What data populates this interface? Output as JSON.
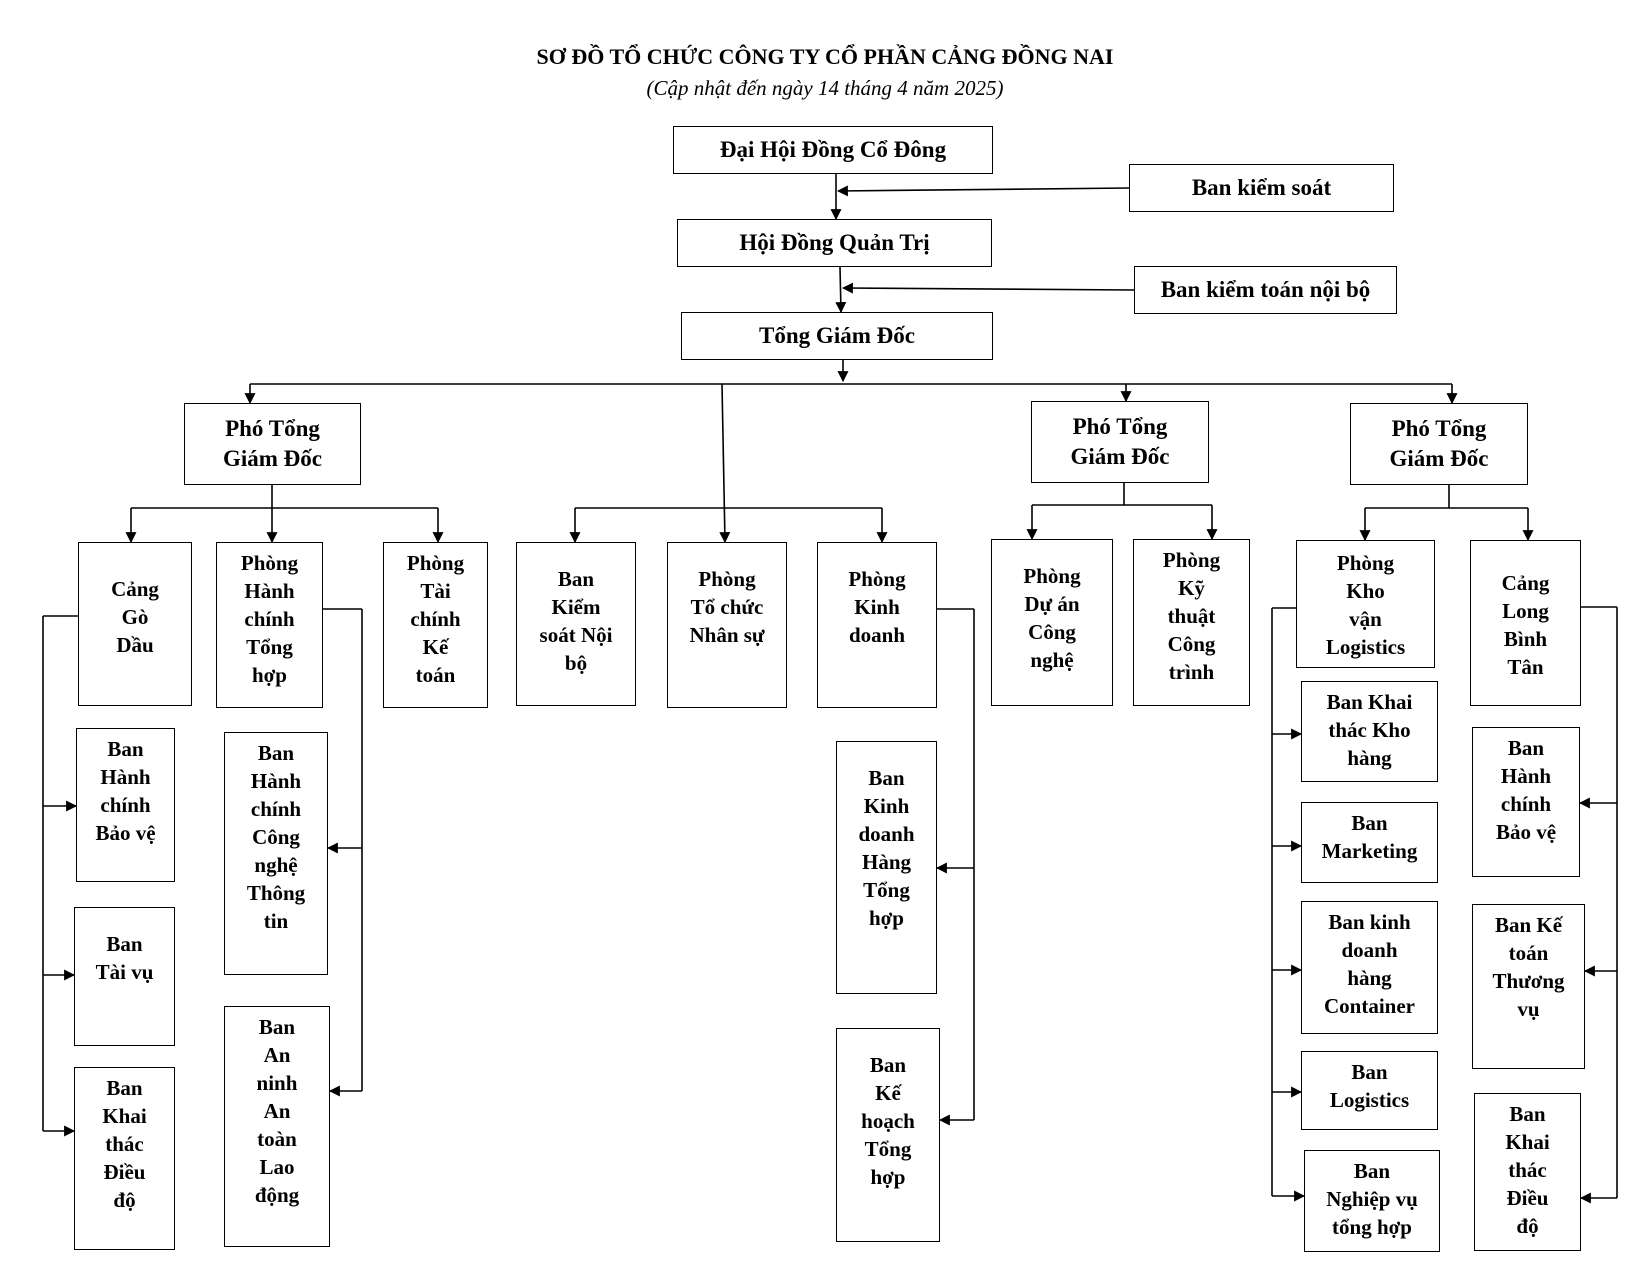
{
  "title": "SƠ ĐỒ TỔ CHỨC CÔNG TY CỔ PHẦN CẢNG ĐỒNG NAI",
  "subtitle": "(Cập nhật đến ngày 14 tháng 4 năm 2025)",
  "top": {
    "shareholders": "Đại Hội Đồng Cổ Đông",
    "supervisory": "Ban kiểm soát",
    "board": "Hội Đồng Quản Trị",
    "internal_audit": "Ban kiểm toán nội bộ",
    "ceo": "Tổng Giám Đốc"
  },
  "vp1": {
    "label": "Phó Tổng\nGiám Đốc",
    "go_dau": "Cảng\nGò\nDầu",
    "go_dau_units": [
      "Ban\nHành\nchính\nBảo vệ",
      "Ban\nTài vụ",
      "Ban\nKhai\nthác\nĐiều\nđộ"
    ],
    "admin": "Phòng\nHành\nchính\nTổng\nhợp",
    "admin_units": [
      "Ban\nHành\nchính\nCông\nnghệ\nThông\ntin",
      "Ban\nAn\nninh\nAn\ntoàn\nLao\nđộng"
    ],
    "finance": "Phòng\nTài\nchính\nKế\ntoán"
  },
  "ceo_direct": {
    "audit": "Ban\nKiểm\nsoát Nội\nbộ",
    "hr": "Phòng\nTổ chức\nNhân sự",
    "business": "Phòng\nKinh\ndoanh",
    "business_units": [
      "Ban\nKinh\ndoanh\nHàng\nTổng\nhợp",
      "Ban\nKế\nhoạch\nTổng\nhợp"
    ]
  },
  "vp2": {
    "label": "Phó Tổng\nGiám Đốc",
    "tech": "Phòng\nDự án\nCông\nnghệ",
    "construction": "Phòng\nKỹ\nthuật\nCông\ntrình"
  },
  "vp3": {
    "label": "Phó Tổng\nGiám Đốc",
    "logistics": "Phòng\nKho\nvận\nLogistics",
    "logistics_units": [
      "Ban Khai\nthác Kho\nhàng",
      "Ban\nMarketing",
      "Ban kinh\ndoanh\nhàng\nContainer",
      "Ban\nLogistics",
      "Ban\nNghiệp vụ\ntổng hợp"
    ],
    "long_binh_tan": "Cảng\nLong\nBình\nTân",
    "lbt_units": [
      "Ban\nHành\nchính\nBảo vệ",
      "Ban Kế\ntoán\nThương\nvụ",
      "Ban\nKhai\nthác\nĐiều\nđộ"
    ]
  }
}
